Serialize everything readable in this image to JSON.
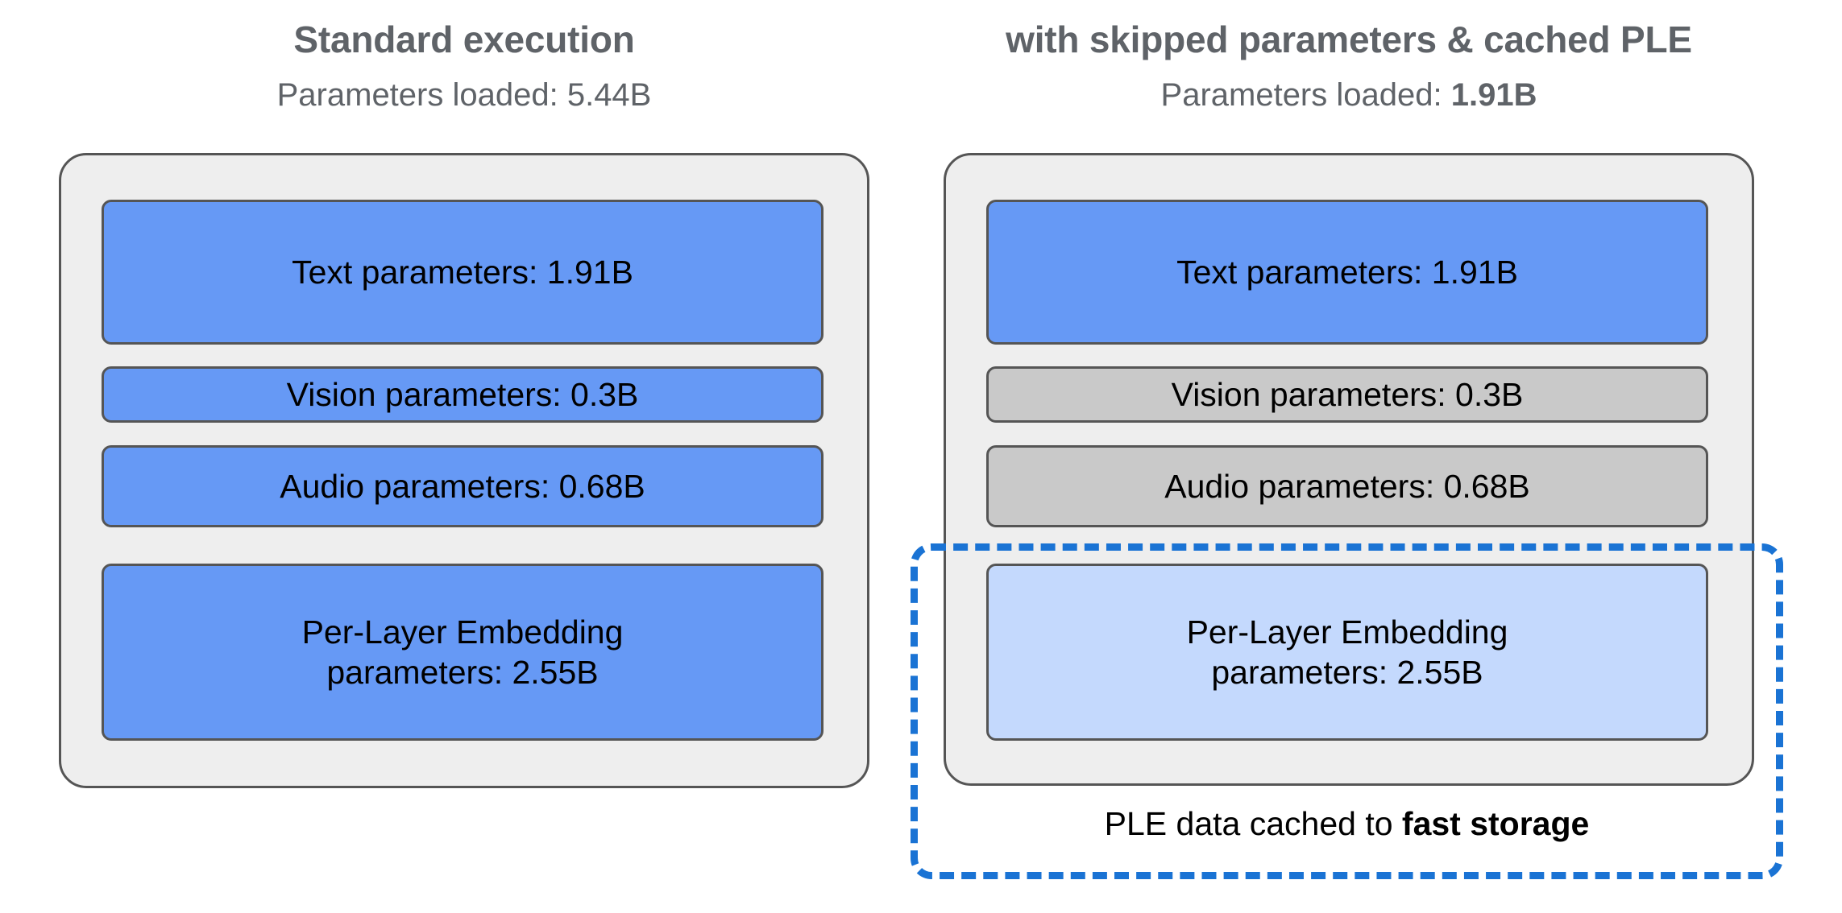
{
  "diagram": {
    "title_colors": {
      "heading": "#5f6368",
      "box_blue": "#6699f5",
      "box_grey": "#c9c9c9",
      "box_light_blue": "#c4d9fd",
      "card_bg": "#eeeeee",
      "card_border": "#555555",
      "dashed_accent": "#1a73d4"
    },
    "columns": [
      {
        "id": "standard",
        "title": "Standard execution",
        "subtitle_prefix": "Parameters loaded: ",
        "subtitle_value": "5.44B",
        "subtitle_value_bold": false,
        "boxes": [
          {
            "label": "Text parameters: 1.91B",
            "state": "loaded"
          },
          {
            "label": "Vision parameters: 0.3B",
            "state": "loaded"
          },
          {
            "label": "Audio parameters: 0.68B",
            "state": "loaded"
          },
          {
            "label_line1": "Per-Layer Embedding",
            "label_line2": "parameters: 2.55B",
            "state": "loaded"
          }
        ]
      },
      {
        "id": "optimized",
        "title": "with skipped parameters & cached PLE",
        "subtitle_prefix": "Parameters loaded: ",
        "subtitle_value": "1.91B",
        "subtitle_value_bold": true,
        "boxes": [
          {
            "label": "Text parameters: 1.91B",
            "state": "loaded"
          },
          {
            "label": "Vision parameters: 0.3B",
            "state": "skipped"
          },
          {
            "label": "Audio parameters: 0.68B",
            "state": "skipped"
          },
          {
            "label_line1": "Per-Layer Embedding",
            "label_line2": "parameters: 2.55B",
            "state": "cached"
          }
        ],
        "cache_caption_prefix": "PLE data cached to ",
        "cache_caption_emphasis": "fast storage"
      }
    ]
  }
}
